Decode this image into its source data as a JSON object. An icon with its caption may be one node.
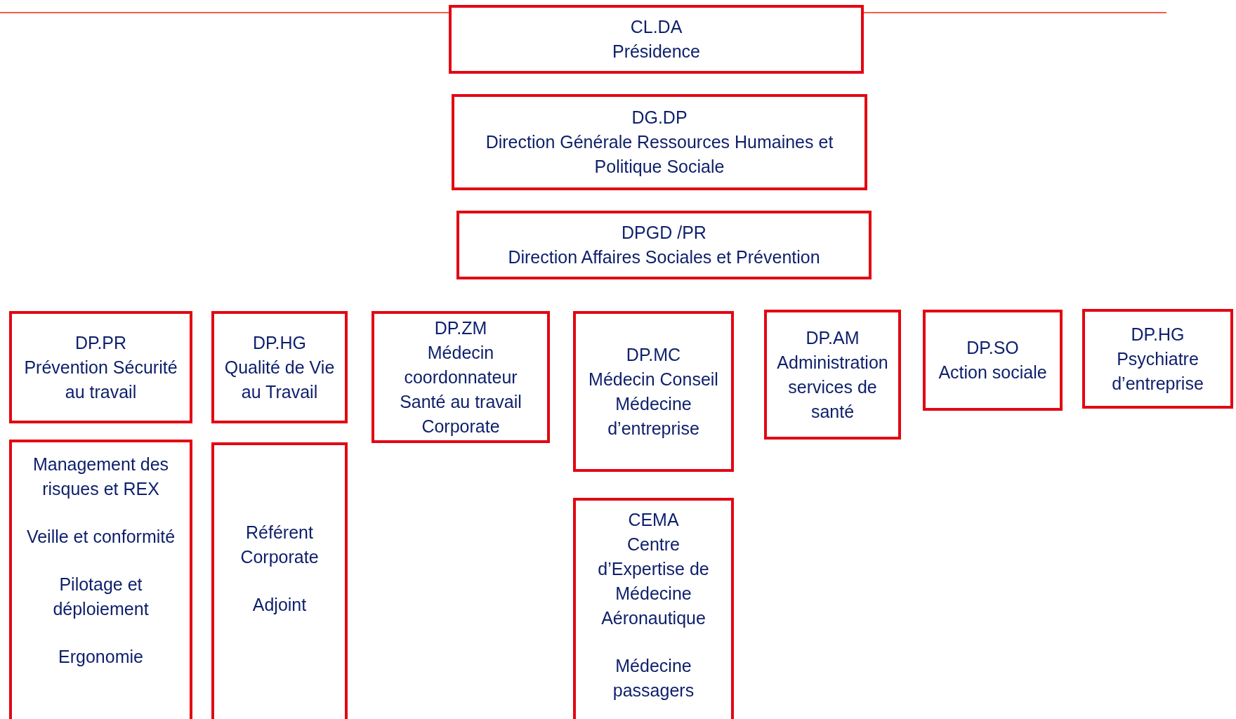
{
  "diagram": {
    "nodes": [
      {
        "text": [
          "CL.DA",
          "Présidence"
        ]
      },
      {
        "text": [
          "DG.DP",
          "Direction Générale Ressources Humaines et Politique Sociale"
        ]
      },
      {
        "text": [
          "DPGD /PR",
          "Direction Affaires Sociales et Prévention"
        ]
      },
      {
        "text": [
          "DP.PR",
          "Prévention Sécurité au travail"
        ]
      },
      {
        "text": [
          "DP.HG",
          "Qualité de Vie au Travail"
        ]
      },
      {
        "text": [
          "DP.ZM",
          "Médecin coordonnateur Santé au travail Corporate"
        ]
      },
      {
        "text": [
          "DP.MC",
          "Médecin Conseil Médecine d’entreprise"
        ]
      },
      {
        "text": [
          "DP.AM",
          "Administration services de santé"
        ]
      },
      {
        "text": [
          "DP.SO",
          "Action sociale"
        ]
      },
      {
        "text": [
          "DP.HG",
          "Psychiatre d’entreprise"
        ]
      },
      {
        "text": [
          "Management des risques et REX",
          "Veille et conformité",
          "Pilotage et déploiement",
          "Ergonomie"
        ]
      },
      {
        "text": [
          "Référent Corporate",
          "Adjoint"
        ]
      },
      {
        "text": [
          "CEMA",
          "Centre d’Expertise de Médecine Aéronautique",
          "Médecine passagers"
        ]
      }
    ],
    "edges": []
  }
}
